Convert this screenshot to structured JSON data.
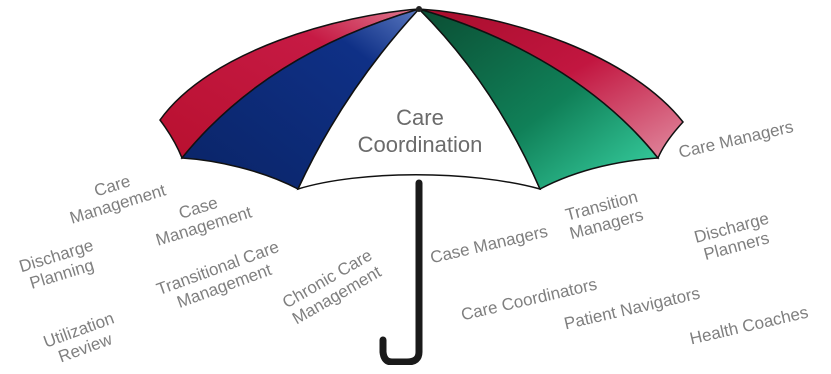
{
  "title": {
    "line1": "Care",
    "line2": "Coordination"
  },
  "colors": {
    "red": "#c0143c",
    "navy": "#0d2c7a",
    "green": "#0a7a50",
    "white": "#ffffff",
    "handle": "#1a1a1a",
    "label_text": "#7f7f7f"
  },
  "left_labels": [
    {
      "lines": [
        "Care",
        "Management"
      ]
    },
    {
      "lines": [
        "Case",
        "Management"
      ]
    },
    {
      "lines": [
        "Discharge",
        "Planning"
      ]
    },
    {
      "lines": [
        "Transitional Care",
        "Management"
      ]
    },
    {
      "lines": [
        "Chronic Care",
        "Management"
      ]
    },
    {
      "lines": [
        "Utilization",
        "Review"
      ]
    }
  ],
  "right_labels": [
    {
      "lines": [
        "Care Managers"
      ]
    },
    {
      "lines": [
        "Transition",
        "Managers"
      ]
    },
    {
      "lines": [
        "Case Managers"
      ]
    },
    {
      "lines": [
        "Discharge",
        "Planners"
      ]
    },
    {
      "lines": [
        "Care Coordinators"
      ]
    },
    {
      "lines": [
        "Patient Navigators"
      ]
    },
    {
      "lines": [
        "Health Coaches"
      ]
    }
  ]
}
